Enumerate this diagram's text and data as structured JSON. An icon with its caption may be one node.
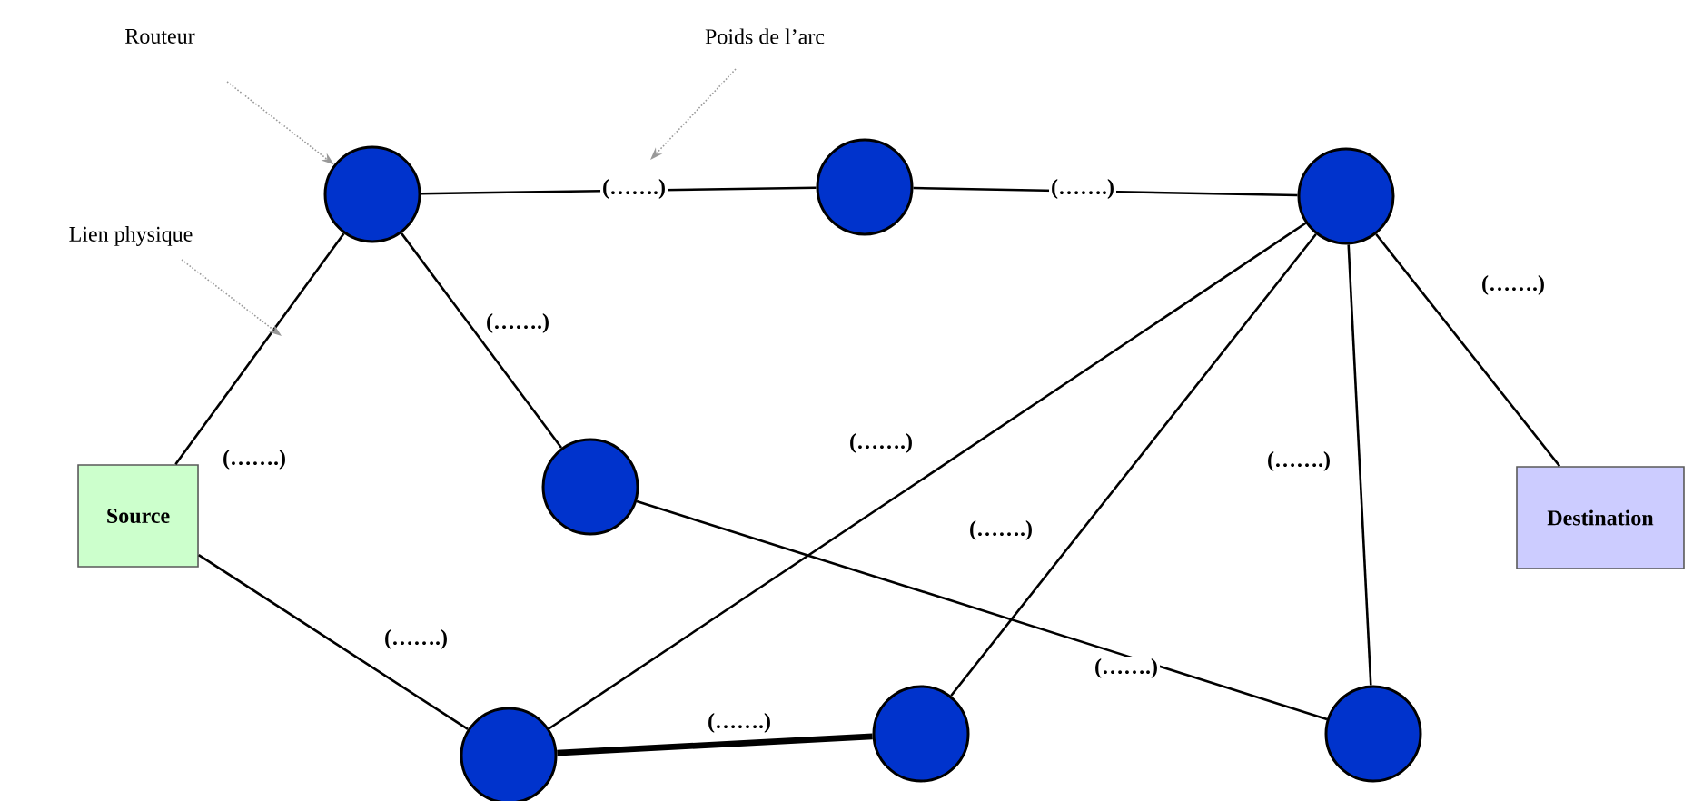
{
  "diagram": {
    "nodes": [
      {
        "text": [
          "Source"
        ]
      },
      {
        "text": [],
        "shape": "circle"
      },
      {
        "text": [],
        "shape": "circle"
      },
      {
        "text": [],
        "shape": "circle"
      },
      {
        "text": [],
        "shape": "circle"
      },
      {
        "text": [],
        "shape": "circle"
      },
      {
        "text": [],
        "shape": "circle"
      },
      {
        "text": [],
        "shape": "circle"
      },
      {
        "text": [
          "Destination"
        ]
      },
      {
        "text": [
          "Routeur"
        ]
      },
      {
        "text": [
          "Poids de l’arc"
        ]
      },
      {
        "text": [
          "Lien physique"
        ]
      }
    ],
    "edges": [
      {
        "from": 0,
        "to": 1,
        "arrow": "none",
        "label": "(…….)"
      },
      {
        "from": 0,
        "to": 5,
        "arrow": "none",
        "label": "(…….)"
      },
      {
        "from": 1,
        "to": 2,
        "arrow": "none",
        "label": "(…….)"
      },
      {
        "from": 1,
        "to": 4,
        "arrow": "none",
        "label": "(…….)"
      },
      {
        "from": 2,
        "to": 3,
        "arrow": "none",
        "label": "(…….)"
      },
      {
        "from": 3,
        "to": 8,
        "arrow": "none",
        "label": "(…….)"
      },
      {
        "from": 3,
        "to": 5,
        "arrow": "none",
        "label": "(…….)"
      },
      {
        "from": 3,
        "to": 6,
        "arrow": "none",
        "label": "(…….)"
      },
      {
        "from": 3,
        "to": 7,
        "arrow": "none",
        "label": "(…….)"
      },
      {
        "from": 4,
        "to": 7,
        "arrow": "none",
        "label": "(…….)"
      },
      {
        "from": 5,
        "to": 6,
        "arrow": "none",
        "label": "(…….)",
        "style": "thick"
      },
      {
        "from": 9,
        "to": 1,
        "arrow": "to",
        "style": "dashed",
        "color": "#999999"
      },
      {
        "from": 10,
        "to": null,
        "arrow": "to",
        "style": "dashed",
        "color": "#999999"
      },
      {
        "from": 11,
        "to": null,
        "arrow": "to",
        "style": "dashed",
        "color": "#999999"
      }
    ]
  }
}
